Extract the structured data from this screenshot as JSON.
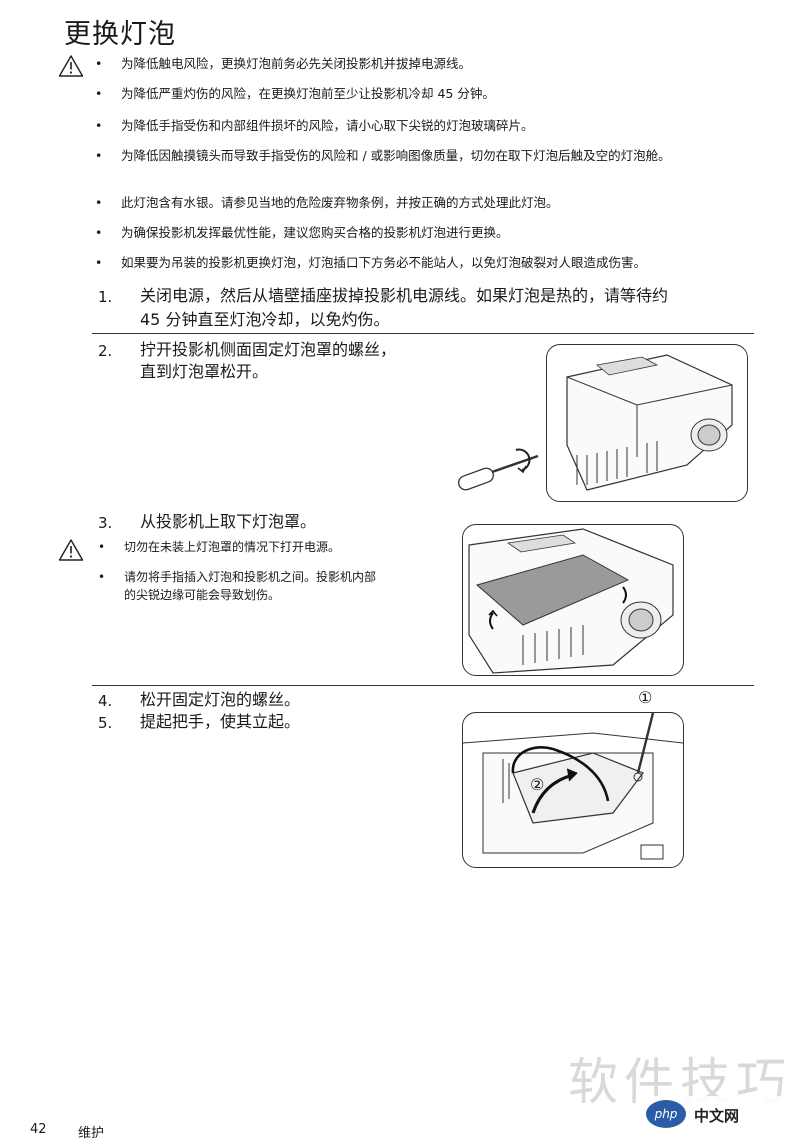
{
  "page_title": "更换灯泡",
  "warnings": [
    "为降低触电风险，更换灯泡前务必先关闭投影机并拔掉电源线。",
    "为降低严重灼伤的风险，在更换灯泡前至少让投影机冷却 45 分钟。",
    "为降低手指受伤和内部组件损坏的风险，请小心取下尖锐的灯泡玻璃碎片。",
    "为降低因触摸镜头而导致手指受伤的风险和 / 或影响图像质量，切勿在取下灯泡后触及空的灯泡舱。",
    "此灯泡含有水银。请参见当地的危险废弃物条例，并按正确的方式处理此灯泡。",
    "为确保投影机发挥最优性能，建议您购买合格的投影机灯泡进行更换。",
    "如果要为吊装的投影机更换灯泡，灯泡插口下方务必不能站人，以免灯泡破裂对人眼造成伤害。"
  ],
  "steps": [
    {
      "num": "1.",
      "text_line1": "关闭电源，然后从墙壁插座拔掉投影机电源线。如果灯泡是热的，请等待约",
      "text_line2": "45 分钟直至灯泡冷却，以免灼伤。"
    },
    {
      "num": "2.",
      "text_line1": "拧开投影机侧面固定灯泡罩的螺丝，",
      "text_line2": "直到灯泡罩松开。"
    },
    {
      "num": "3.",
      "text_line1": "从投影机上取下灯泡罩。"
    },
    {
      "num": "4.",
      "text_line1": "松开固定灯泡的螺丝。"
    },
    {
      "num": "5.",
      "text_line1": "提起把手，使其立起。"
    }
  ],
  "step3_cautions": [
    "切勿在未装上灯泡罩的情况下打开电源。",
    "请勿将手指插入灯泡和投影机之间。投影机内部",
    "的尖锐边缘可能会导致划伤。"
  ],
  "illustration_markers": {
    "one": "①",
    "two": "②"
  },
  "bullet_symbol": "•",
  "footer": {
    "page_number": "42",
    "section": "维护"
  },
  "watermark": {
    "text": "软件技巧",
    "logo_text": "php",
    "site": "中文网"
  },
  "colors": {
    "text": "#1a1a1a",
    "rule": "#333333",
    "panel_border": "#333333",
    "watermark": "#d9d9d9"
  }
}
